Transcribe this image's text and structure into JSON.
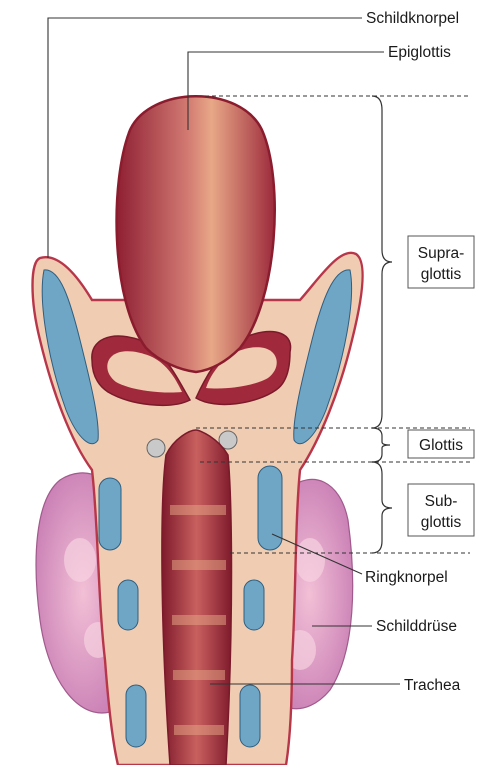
{
  "labels": {
    "schildknorpel": "Schildknorpel",
    "epiglottis": "Epiglottis",
    "ringknorpel": "Ringknorpel",
    "schilddruese": "Schilddrüse",
    "trachea": "Trachea"
  },
  "regions": {
    "supraglottis": {
      "line1": "Supra-",
      "line2": "glottis"
    },
    "glottis": {
      "line1": "Glottis"
    },
    "subglottis": {
      "line1": "Sub-",
      "line2": "glottis"
    }
  },
  "colors": {
    "mucosa": "#b8364a",
    "cartilage": "#6fa6c6",
    "tissue": "#f0cdb2",
    "thyroid": "#d995c4"
  }
}
